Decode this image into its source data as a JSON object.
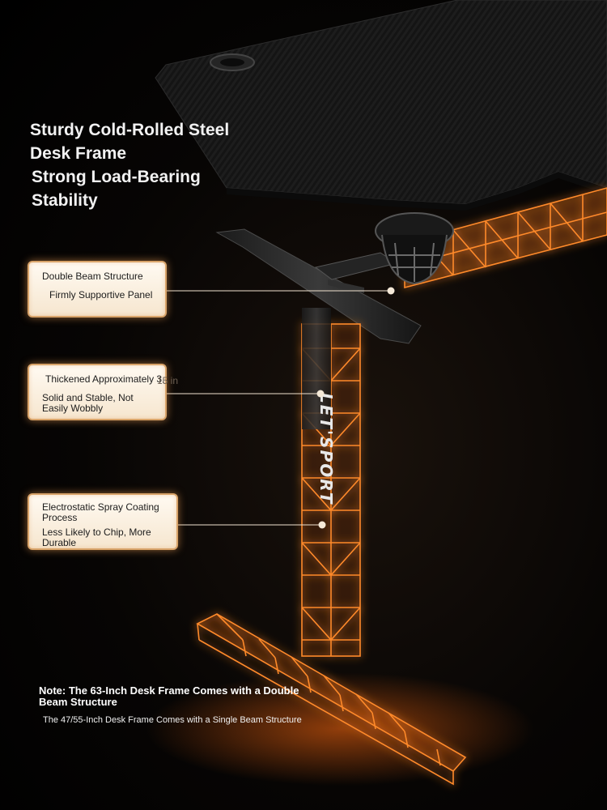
{
  "headline": {
    "line1": "Sturdy Cold-Rolled Steel",
    "line2": "Desk Frame",
    "line3": "Strong Load-Bearing",
    "line4": "Stability"
  },
  "callouts": [
    {
      "title": "Double Beam Structure",
      "subtitle": "Firmly Supportive Panel"
    },
    {
      "title": "Thickened Approximately 3.",
      "title_overflow": "15 in",
      "subtitle": "Solid and Stable, Not Easily Wobbly"
    },
    {
      "title": "Electrostatic Spray Coating Process",
      "subtitle": "Less Likely to Chip, More Durable"
    }
  ],
  "note": {
    "title": "Note: The 63-Inch Desk Frame Comes with a Double Beam Structure",
    "subtitle": "The 47/55-Inch Desk Frame Comes with a Single Beam Structure"
  },
  "leg_logo": "LET'SPORT",
  "colors": {
    "glow": "#ff7a1e",
    "glow_core": "#ffb347",
    "callout_border": "#d9a46a",
    "callout_bg": "#fbf1e2"
  },
  "icons": {
    "cup_holder": "cup-holder-icon",
    "cable_grommet": "cable-grommet-icon"
  }
}
